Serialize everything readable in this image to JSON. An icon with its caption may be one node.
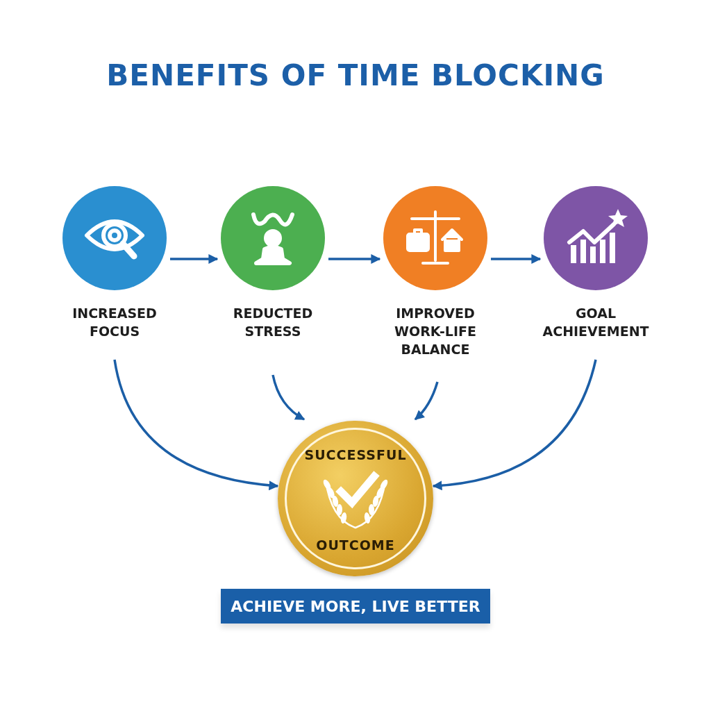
{
  "diagram": {
    "title": "BENEFITS OF TIME BLOCKING",
    "nodes": [
      {
        "text": [
          "INCREASED FOCUS"
        ]
      },
      {
        "text": [
          "REDUCTED STRESS"
        ]
      },
      {
        "text": [
          "IMPROVED WORK-LIFE BALANCE"
        ]
      },
      {
        "text": [
          "GOAL ACHIEVEMENT"
        ]
      },
      {
        "text": [
          "SUCCESSFUL",
          "OUTCOME"
        ]
      }
    ],
    "edges": [
      {
        "from": 0,
        "to": 1,
        "arrow": "to"
      },
      {
        "from": 1,
        "to": 2,
        "arrow": "to"
      },
      {
        "from": 2,
        "to": 3,
        "arrow": "to"
      },
      {
        "from": 0,
        "to": 4,
        "arrow": "to"
      },
      {
        "from": 1,
        "to": 4,
        "arrow": "to"
      },
      {
        "from": 2,
        "to": 4,
        "arrow": "to"
      },
      {
        "from": 3,
        "to": 4,
        "arrow": "to"
      }
    ],
    "labels": [
      "ACHIEVE MORE, LIVE BETTER"
    ]
  }
}
